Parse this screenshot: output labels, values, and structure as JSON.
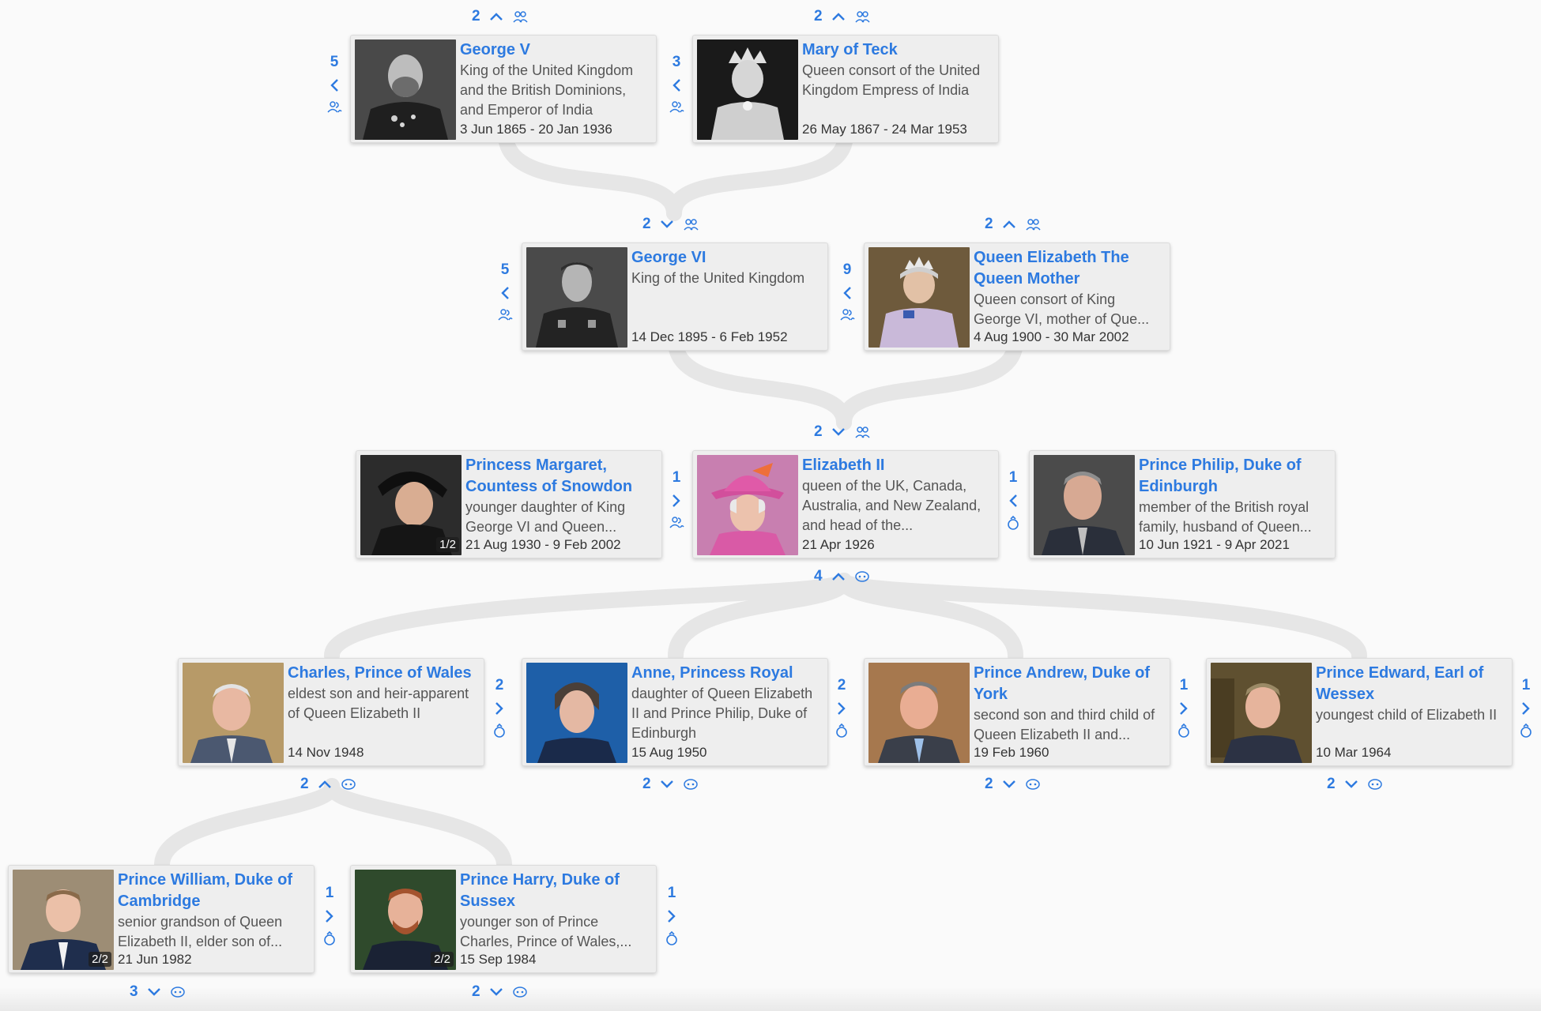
{
  "colors": {
    "accent": "#2d7ae0",
    "connector": "#e6e6e6",
    "card": "#eeeeee"
  },
  "people": {
    "george_v": {
      "name": "George V",
      "desc": "King of the United Kingdom and the British Dominions, and Emperor of India",
      "dates": "3 Jun 1865 - 20 Jan 1936",
      "photo_page": ""
    },
    "mary_of_teck": {
      "name": "Mary of Teck",
      "desc": "Queen consort of the United Kingdom Empress of India",
      "dates": "26 May 1867 - 24 Mar 1953",
      "photo_page": ""
    },
    "george_vi": {
      "name": "George VI",
      "desc": "King of the United Kingdom",
      "dates": "14 Dec 1895 - 6 Feb 1952",
      "photo_page": ""
    },
    "queen_mother": {
      "name": "Queen Elizabeth The Queen Mother",
      "desc": "Queen consort of King George VI, mother of Que...",
      "dates": "4 Aug 1900 - 30 Mar 2002",
      "photo_page": ""
    },
    "margaret": {
      "name": "Princess Margaret, Countess of Snowdon",
      "desc": "younger daughter of King George VI and Queen...",
      "dates": "21 Aug 1930 - 9 Feb 2002",
      "photo_page": "1/2"
    },
    "elizabeth_ii": {
      "name": "Elizabeth II",
      "desc": "queen of the UK, Canada, Australia, and New Zealand, and head of the...",
      "dates": "21 Apr 1926",
      "photo_page": ""
    },
    "philip": {
      "name": "Prince Philip, Duke of Edinburgh",
      "desc": "member of the British royal family, husband of Queen...",
      "dates": "10 Jun 1921 - 9 Apr 2021",
      "photo_page": ""
    },
    "charles": {
      "name": "Charles, Prince of Wales",
      "desc": "eldest son and heir-apparent of Queen Elizabeth II",
      "dates": "14 Nov 1948",
      "photo_page": ""
    },
    "anne": {
      "name": "Anne, Princess Royal",
      "desc": "daughter of Queen Elizabeth II and Prince Philip, Duke of Edinburgh",
      "dates": "15 Aug 1950",
      "photo_page": ""
    },
    "andrew": {
      "name": "Prince Andrew, Duke of York",
      "desc": "second son and third child of Queen Elizabeth II and...",
      "dates": "19 Feb 1960",
      "photo_page": ""
    },
    "edward": {
      "name": "Prince Edward, Earl of Wessex",
      "desc": "youngest child of Elizabeth II",
      "dates": "10 Mar 1964",
      "photo_page": ""
    },
    "william": {
      "name": "Prince William, Duke of Cambridge",
      "desc": "senior grandson of Queen Elizabeth II, elder son of...",
      "dates": "21 Jun 1982",
      "photo_page": "2/2"
    },
    "harry": {
      "name": "Prince Harry, Duke of Sussex",
      "desc": "younger son of Prince Charles, Prince of Wales,...",
      "dates": "15 Sep 1984",
      "photo_page": "2/2"
    }
  },
  "controls": {
    "george_v_parents": "2",
    "mary_parents": "2",
    "george_v_siblings": "5",
    "mary_siblings": "3",
    "george_vi_parents": "2",
    "queen_mother_parents": "2",
    "george_vi_siblings": "5",
    "queen_mother_siblings": "9",
    "elizabeth_parents": "2",
    "margaret_siblings": "1",
    "philip_spouses": "1",
    "elizabeth_children": "4",
    "charles_spouses": "2",
    "anne_spouses": "2",
    "andrew_spouses": "1",
    "edward_spouses": "1",
    "charles_children": "2",
    "anne_children": "2",
    "andrew_children": "2",
    "edward_children": "2",
    "william_spouses": "1",
    "harry_spouses": "1",
    "william_children": "3",
    "harry_children": "2"
  },
  "icons": {
    "collapse": "chevron-up-icon",
    "expand": "chevron-down-icon",
    "left": "chevron-left-icon",
    "right": "chevron-right-icon",
    "parents": "parents-icon",
    "siblings": "siblings-icon",
    "children": "children-icon",
    "spouse": "ring-icon"
  }
}
